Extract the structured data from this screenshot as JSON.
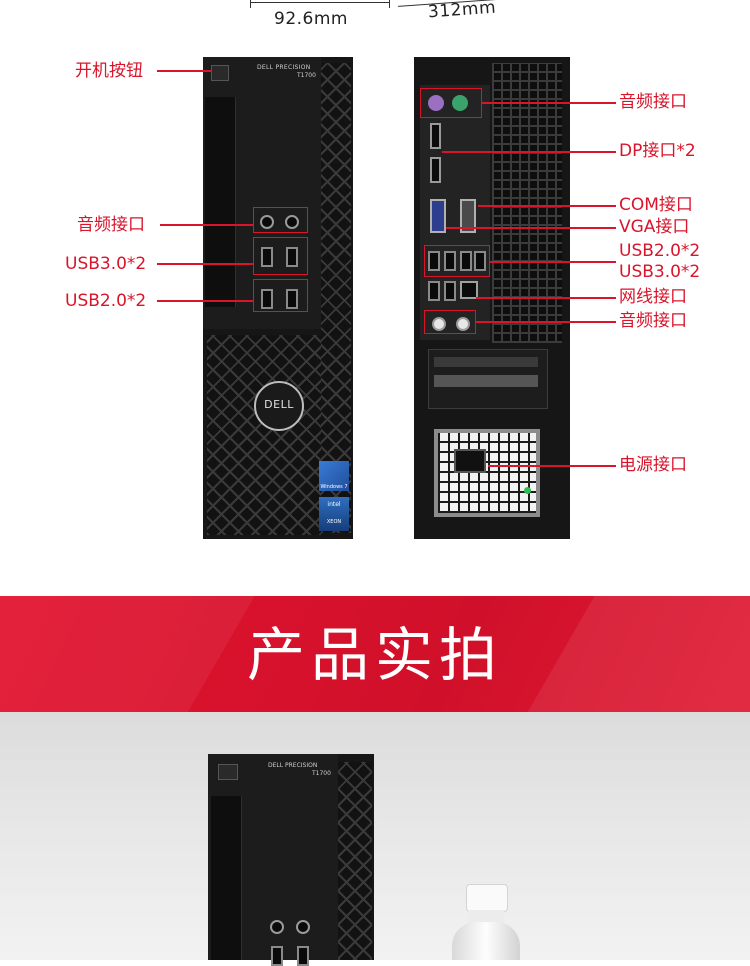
{
  "dimensions": {
    "width": "92.6mm",
    "depth": "312mm"
  },
  "front_view": {
    "brand_line1": "DELL PRECISION",
    "brand_line2": "T1700",
    "logo": "DELL",
    "sticker_windows": "Windows 7",
    "sticker_intel_top": "intel",
    "sticker_intel_bottom": "XEON",
    "labels": {
      "power": "开机按钮",
      "audio": "音频接口",
      "usb3": "USB3.0*2",
      "usb2": "USB2.0*2"
    }
  },
  "rear_view": {
    "labels": {
      "audio_top": "音频接口",
      "dp": "DP接口*2",
      "com": "COM接口",
      "vga": "VGA接口",
      "usb2": "USB2.0*2",
      "usb3": "USB3.0*2",
      "lan": "网线接口",
      "audio_bottom": "音频接口",
      "power": "电源接口"
    }
  },
  "section": {
    "title": "产品实拍"
  },
  "photo": {
    "brand_line1": "DELL PRECISION",
    "brand_line2": "T1700"
  },
  "colors": {
    "accent_red": "#d9142b",
    "band_red": "#e3142f",
    "chassis_black": "#161616"
  }
}
